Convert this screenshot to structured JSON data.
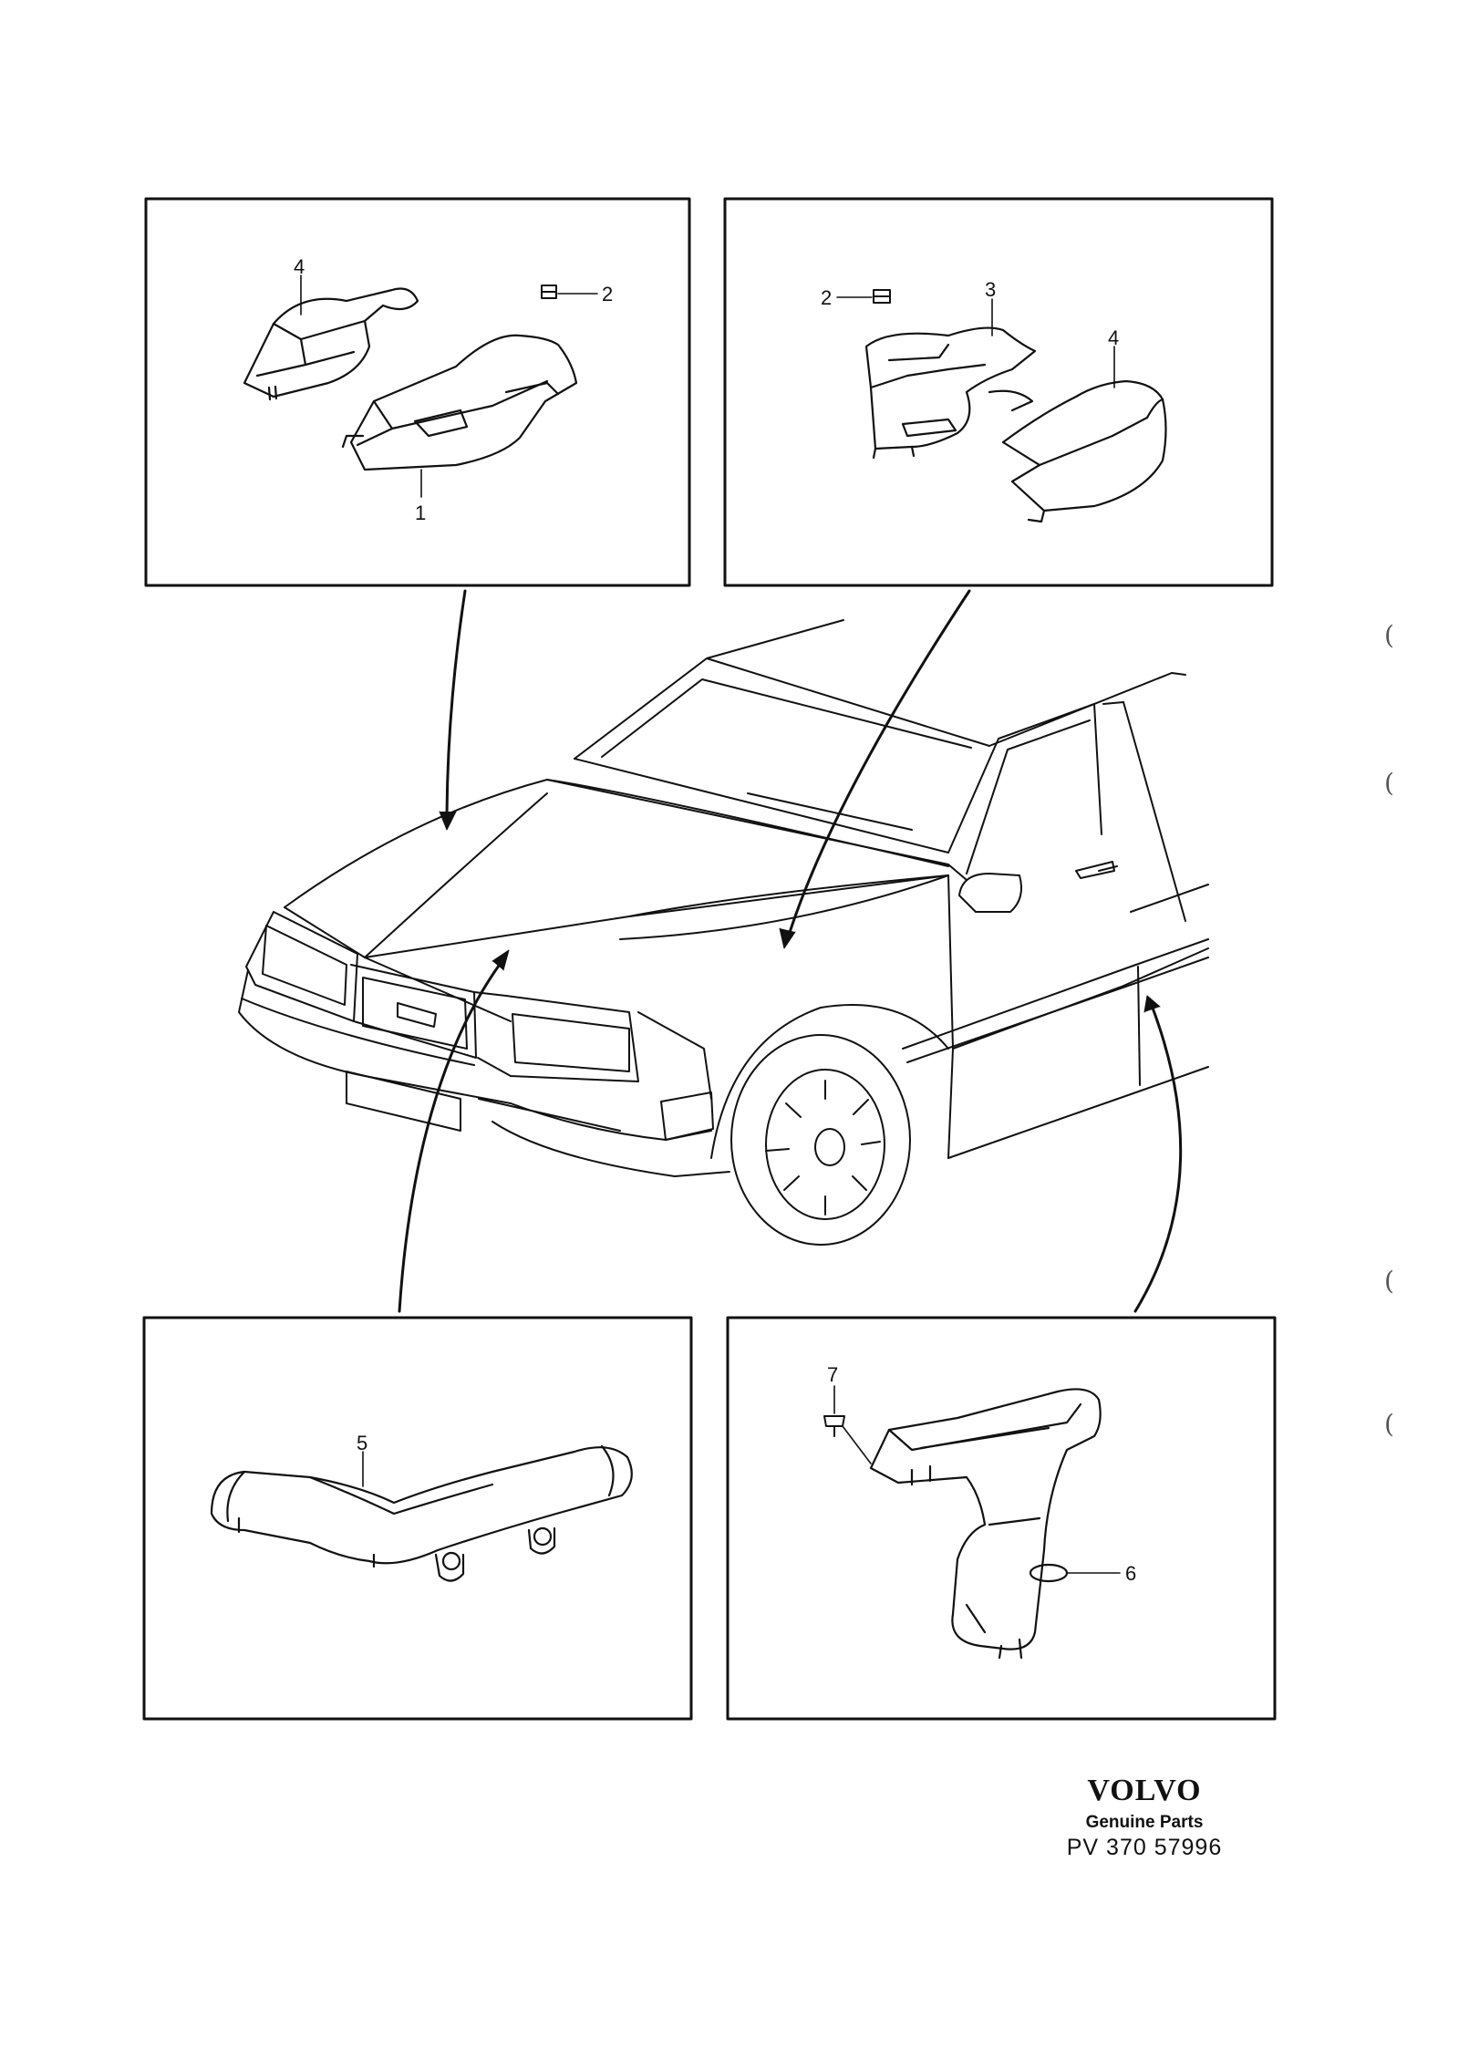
{
  "diagram": {
    "callouts": {
      "p1_part1": "1",
      "p1_part2": "2",
      "p1_part4": "4",
      "p2_part2": "2",
      "p2_part3": "3",
      "p2_part4": "4",
      "p3_part5": "5",
      "p4_part6": "6",
      "p4_part7": "7"
    }
  },
  "footer": {
    "brand": "VOLVO",
    "subtitle": "Genuine Parts",
    "part_number": "PV 370 57996"
  }
}
